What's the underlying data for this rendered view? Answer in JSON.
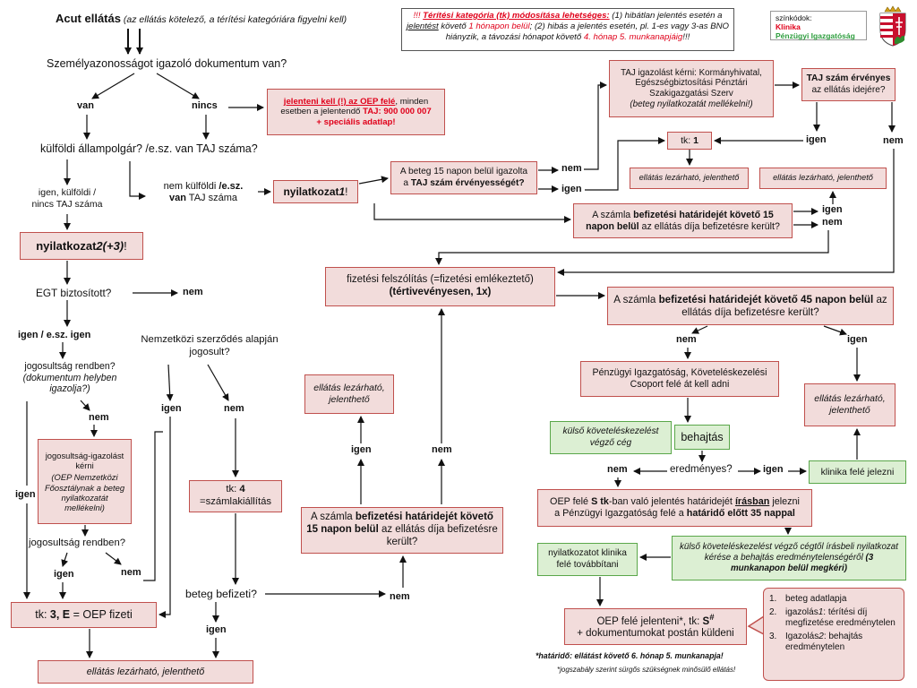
{
  "colors": {
    "box_border": "#c0504d",
    "box_fill": "#f2dcdb",
    "green_border": "#5aa74a",
    "green_fill": "#dcefd3",
    "accent_red": "#e0001a",
    "accent_green": "#2e9e3e"
  },
  "legend": {
    "title": "színkódok:",
    "clinic": "Klinika",
    "finance": "Pénzügyi Igazgatóság"
  },
  "notice": {
    "lead": "!!! ",
    "heading": "Térítési kategória (tk) módosítása lehetséges:",
    "p1": " (1) hibátlan jelentés esetén a ",
    "p1u": "jelentést",
    "p2": " követő ",
    "p2r": "1 hónapon belül",
    "p3": "; (2) hibás a jelentés esetén, pl. 1-es vagy 3-as BNO hiányzik, a távozási hónapot követő ",
    "p3r": "4. hónap 5. munkanapjáig",
    "tail": "!!!"
  },
  "logo": "coat-of-arms",
  "start": {
    "title": "Acut ellátás",
    "note": " (az ellátás kötelező, a térítési kategóriára figyelni kell)"
  },
  "q_id": "Személyazonosságot igazoló dokumentum van?",
  "lbl": {
    "van": "van",
    "nincs": "nincs",
    "q15a_nem": "nem",
    "q15a_igen": "igen",
    "tajvalid_igen": "igen",
    "tajvalid_nem": "nem",
    "q15b_igen": "igen",
    "q15b_nem": "nem",
    "q45_nem": "nem",
    "q45_igen": "igen",
    "ered_nem": "nem",
    "ered_igen": "igen",
    "egt_nem": "nem",
    "egt_igen": "igen / e.sz. igen",
    "jog1_nem": "nem",
    "jog_left_igen": "igen",
    "jog2_igen": "igen",
    "jog2_nem": "nem",
    "nemz_igen": "igen",
    "nemz_nem": "nem",
    "fiz_igen": "igen",
    "fiz_nem": "nem",
    "q15c_igen": "igen",
    "q15c_nem": "nem"
  },
  "nincs_box": {
    "s1": "jelenteni kell (!) az OEP felé",
    "s2": ", minden",
    "s3": "esetben a jelentendő ",
    "s4": "TAJ: 900 000 007",
    "s5": "+ speciális adatlap!"
  },
  "q_foreign": "külföldi állampolgár? /e.sz. van TAJ száma?",
  "foreign_yes": {
    "l1": "igen, külföldi /",
    "l2": "nincs TAJ száma"
  },
  "nyil2": {
    "word": "nyilatkozat",
    "num": "2(+3)",
    "tail": "!"
  },
  "foreign_no": {
    "a": "nem külföldi ",
    "b": "/e.sz.",
    "c": "van",
    "d": " TAJ száma"
  },
  "nyil1": {
    "word": "nyilatkozat",
    "num": "1",
    "tail": "!"
  },
  "q15a": {
    "l1": "A beteg 15 napon belül igazolta",
    "l2a": "a ",
    "l2b": "TAJ szám érvényességét?"
  },
  "taj_req": {
    "main": "TAJ igazolást kérni: Kormányhivatal, Egészségbiztosítási Pénztári Szakigazgatási Szerv",
    "note": "(beteg nyilatkozatát mellékelni!)"
  },
  "taj_valid": {
    "b": "TAJ szám érvényes",
    "r": "az ellátás idejére?"
  },
  "tk1": {
    "a": "tk: ",
    "b": "1"
  },
  "closed": "ellátás lezárható, jelenthető",
  "q15b": {
    "a": "A számla ",
    "b": "befizetési határidejét követő 15 napon belül",
    "c": " az ellátás díja befizetésre került?"
  },
  "fizfel": {
    "l1": "fizetési felszólítás (=fizetési emlékeztető)",
    "l2": "(tértivevényesen, 1x)"
  },
  "q45": {
    "a": "A számla ",
    "b": "befizetési határidejét követő 45 napon belül",
    "c": " az ellátás díja befizetésre került?"
  },
  "pi": {
    "l1": "Pénzügyi Igazgatóság, Követeléskezelési",
    "l2": "Csoport felé át kell adni"
  },
  "ext_company": "külső követeléskezelést végző cég",
  "behajtas": "behajtás",
  "eredmenyes": "eredményes?",
  "klinika_jelez": "klinika felé jelezni",
  "oep_s": {
    "a": "OEP felé ",
    "b": "S tk",
    "c": "-ban való jelentés határidejét ",
    "d": "írásban",
    "e": " jelezni",
    "f": "a Pénzügyi Igazgatóság felé a ",
    "g": "határidő előtt 35 nappal"
  },
  "nyil_kl": "nyilatkozatot klinika felé továbbítani",
  "ext_req": {
    "a": "külső követeléskezelést végző cégtől írásbeli nyilatkozat kérése a behajtás eredménytelenségéről ",
    "b": "(3 munkanapon belül megkéri)"
  },
  "oep_report": {
    "a": "OEP felé jelenteni*,  tk: ",
    "b": "S",
    "sup": "#",
    "l2": "+ dokumentumokat postán küldeni"
  },
  "docs": [
    {
      "num": "1.",
      "a": "beteg adatlapja",
      "i": "",
      "c": ""
    },
    {
      "num": "2.",
      "a": "igazolás",
      "i": "1",
      "c": ": térítési díj megfizetése eredménytelen"
    },
    {
      "num": "3.",
      "a": "Igazolás",
      "i": "2",
      "c": ": behajtás eredménytelen"
    }
  ],
  "foot1": "*határidő: ellátást követő 6. hónap 5. munkanapja!",
  "foot2": "*jogszabály szerint sürgős szükségnek minősülő ellátás!",
  "egt": "EGT biztosított?",
  "jog1": {
    "l1": "jogosultság rendben?",
    "l2": "(dokumentum helyben",
    "l3": "igazolja?)"
  },
  "jog_req": {
    "main": "jogosultság-igazolást kérni",
    "note": "(OEP Nemzetközi Főosztálynak a beteg nyilatkozatát mellékelni)"
  },
  "jog2": "jogosultság rendben?",
  "tk3": {
    "a": "tk: ",
    "b": "3, E",
    "c": " = OEP fizeti"
  },
  "nemz": {
    "l1": "Nemzetközi szerződés alapján",
    "l2": "jogosult?"
  },
  "tk4": {
    "a": "tk: ",
    "b": "4",
    "l2": "=számlakiállítás"
  },
  "fizeti": "beteg befizeti?",
  "q15c": {
    "a": "A számla ",
    "b": "befizetési határidejét követő 15 napon belül",
    "c": " az ellátás díja befizetésre került?"
  }
}
